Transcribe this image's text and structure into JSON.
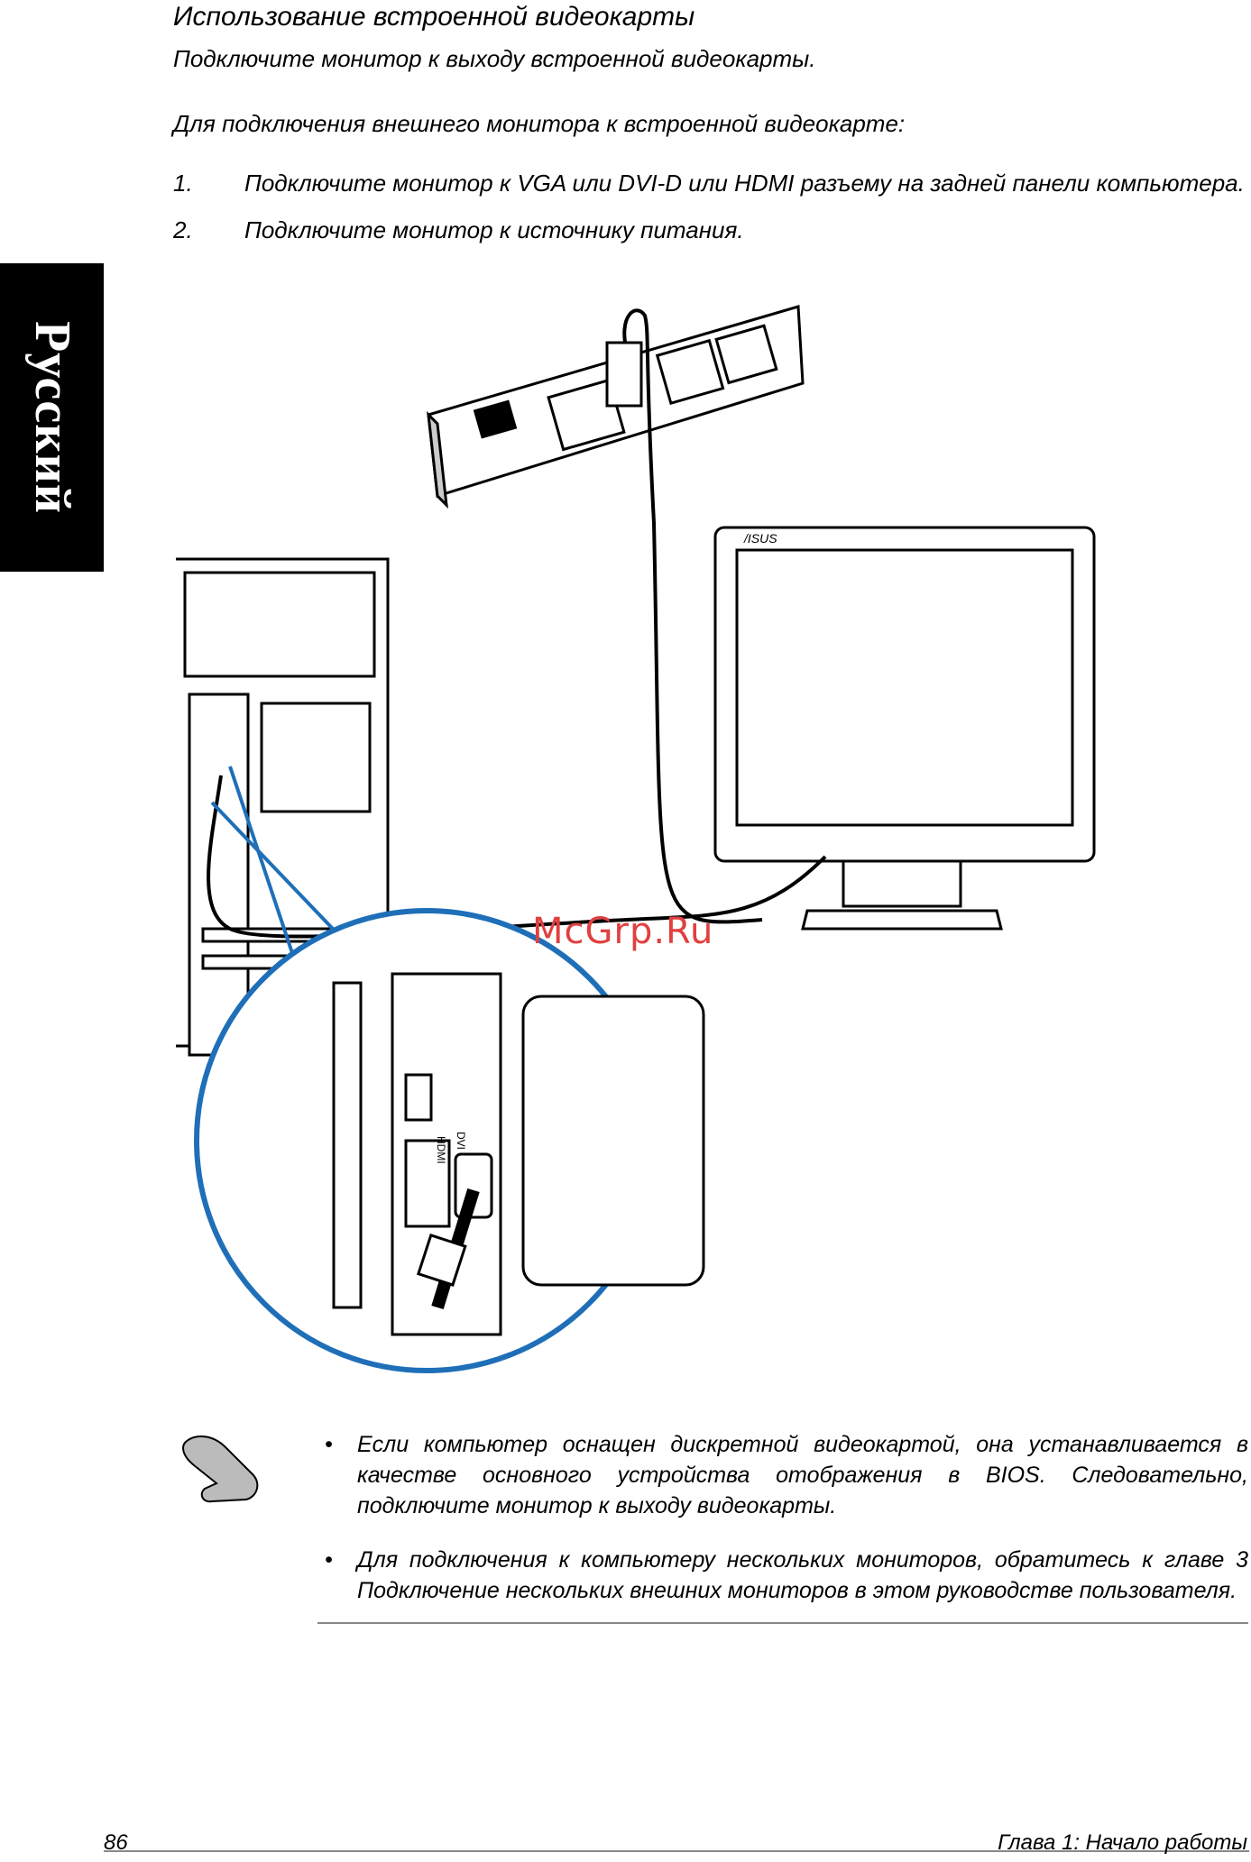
{
  "side_tab": "Русский",
  "heading": "Использование встроенной видеокарты",
  "intro": "Подключите монитор к выходу встроенной видеокарты.",
  "instruction": "Для подключения внешнего монитора к встроенной видеокарте:",
  "steps": [
    {
      "num": "1.",
      "text": "Подключите монитор к VGA или DVI-D или HDMI разъему на задней панели компьютера."
    },
    {
      "num": "2.",
      "text": "Подключите монитор к источнику питания."
    }
  ],
  "illustration": {
    "monitor_brand": "/ISUS",
    "zoom_label_hdmi": "HDMI",
    "zoom_label_dvi": "DVI"
  },
  "watermark": "McGrp.Ru",
  "notes": [
    {
      "bullet": "•",
      "text": "Если компьютер оснащен дискретной видеокартой, она устанавливается в качестве основного устройства отображения в BIOS. Следовательно, подключите монитор к выходу видеокарты."
    },
    {
      "bullet": "•",
      "text": "Для подключения к компьютеру нескольких мониторов, обратитесь к главе 3 Подключение нескольких внешних мониторов в этом руководстве пользователя."
    }
  ],
  "footer": {
    "page_number": "86",
    "chapter": "Глава 1: Начало работы"
  },
  "colors": {
    "zoom_circle": "#1f6fb8",
    "ink": "#000000"
  }
}
